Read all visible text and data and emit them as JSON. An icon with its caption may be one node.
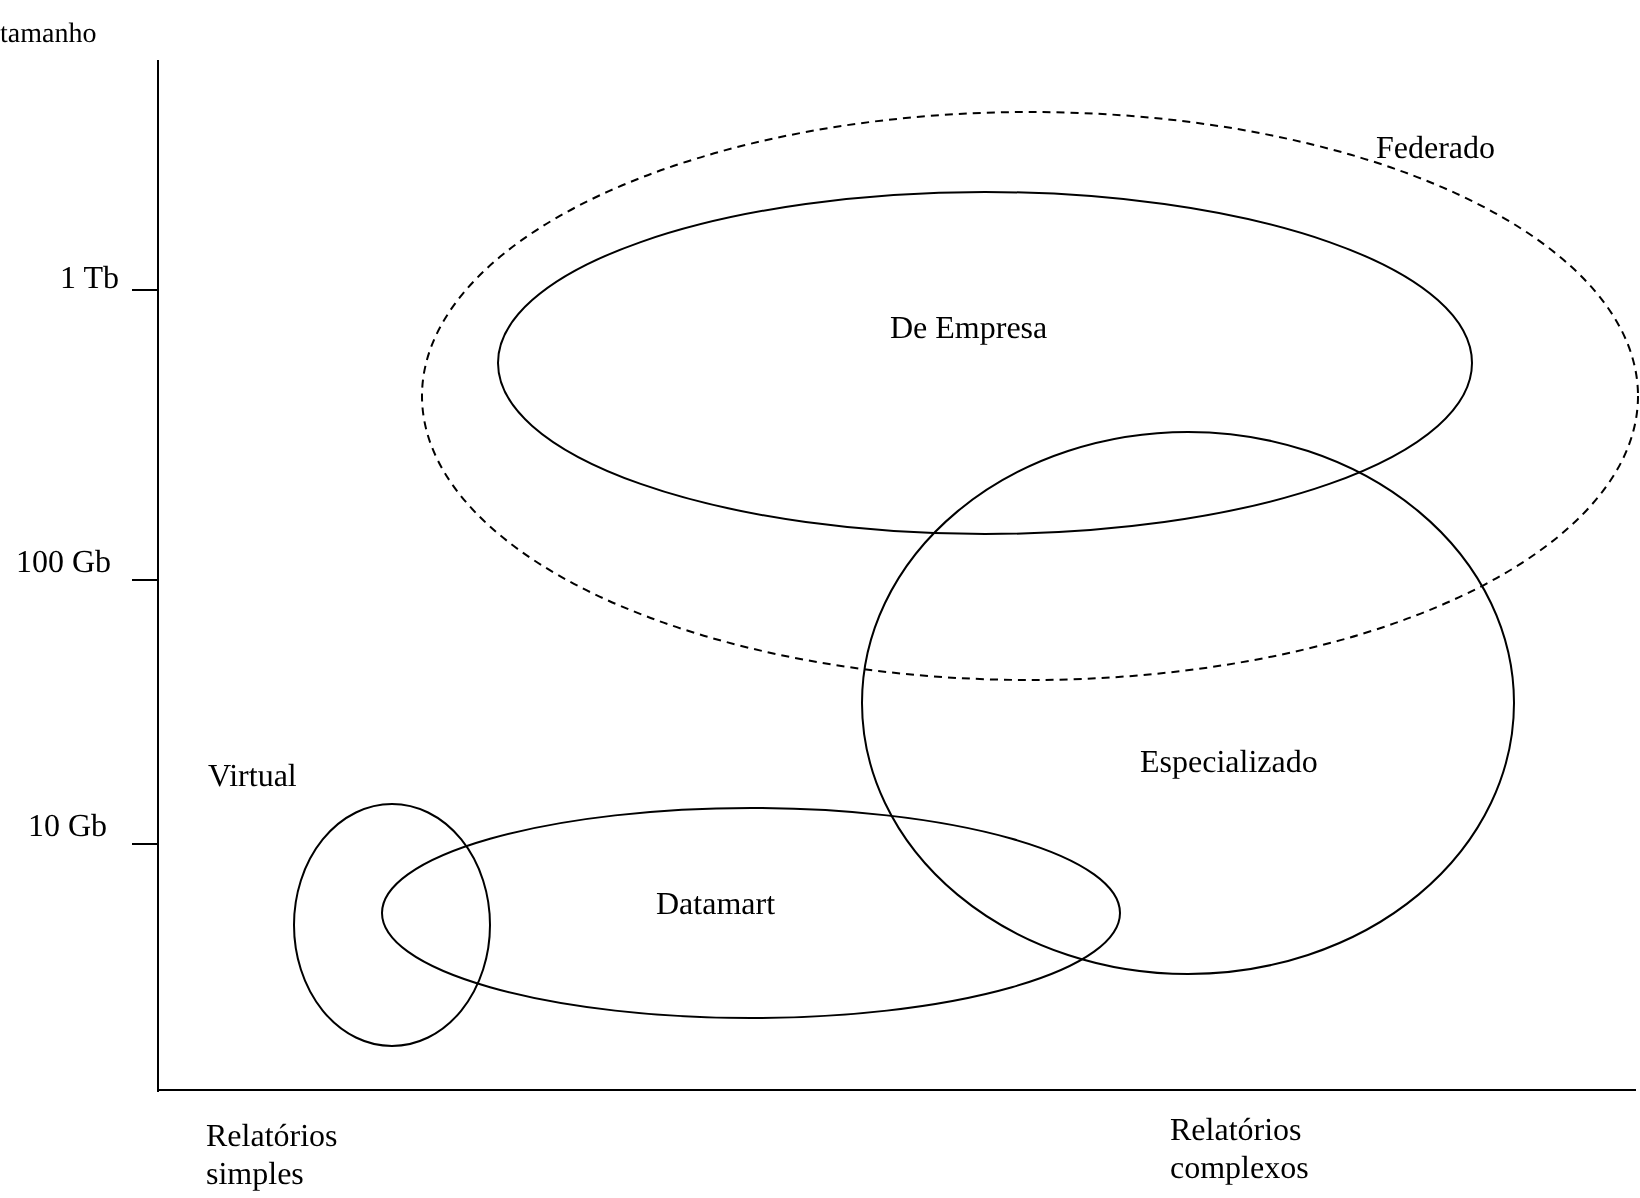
{
  "diagram": {
    "nodes": [
      {
        "text": [
          "Federado"
        ]
      },
      {
        "text": [
          "De Empresa"
        ],
        "in": 0
      },
      {
        "text": [
          "Especializado"
        ]
      },
      {
        "text": [
          "Virtual"
        ]
      },
      {
        "text": [
          "Datamart"
        ]
      }
    ],
    "labels": [
      "tamanho",
      "1 Tb",
      "100 Gb",
      "10 Gb",
      "Relatórios simples",
      "Relatórios complexos"
    ]
  }
}
